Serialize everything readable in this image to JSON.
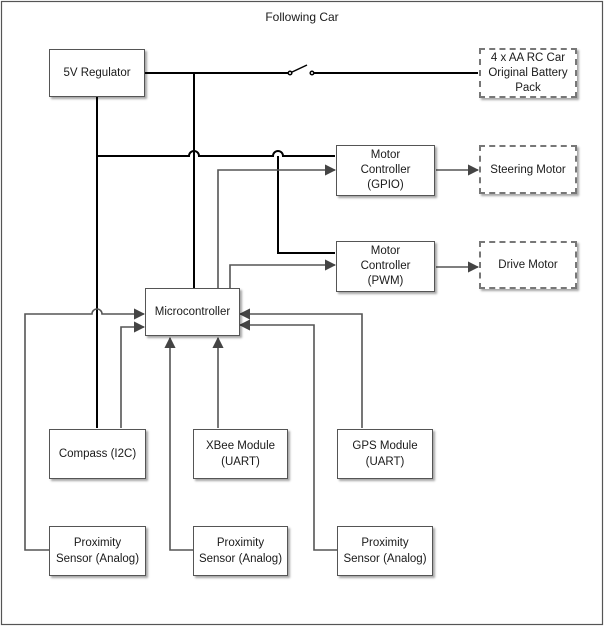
{
  "title": "Following Car",
  "blocks": {
    "regulator": "5V Regulator",
    "battery": "4 x AA RC Car\nOriginal Battery\nPack",
    "steering_controller": "Motor\nController\n(GPIO)",
    "steering_motor": "Steering Motor",
    "drive_controller": "Motor\nController\n(PWM)",
    "drive_motor": "Drive Motor",
    "microcontroller": "Microcontroller",
    "compass": "Compass (I2C)",
    "xbee": "XBee Module\n(UART)",
    "gps": "GPS Module\n(UART)",
    "prox_left": "Proximity\nSensor (Analog)",
    "prox_mid": "Proximity\nSensor (Analog)",
    "prox_right": "Proximity\nSensor (Analog)"
  },
  "colors": {
    "power_line": "#000000",
    "signal_line": "#555555",
    "frame": "#555555"
  }
}
